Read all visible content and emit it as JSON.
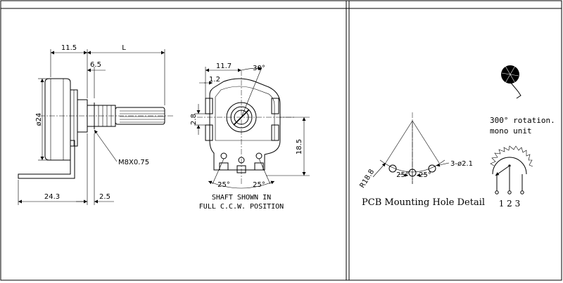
{
  "side_view": {
    "dim_11_5": "11.5",
    "dim_L": "L",
    "dim_6_5": "6.5",
    "dim_dia24": "ø24",
    "dim_thread": "M8X0.75",
    "dim_24_3": "24.3",
    "dim_2_5": "2.5"
  },
  "front_view": {
    "dim_11_7": "11.7",
    "dim_30": "30°",
    "dim_1_2": "1.2",
    "dim_2_8": "2.8",
    "dim_18_5": "18.5",
    "dim_25_left": "25°",
    "dim_25_right": "25°",
    "caption_line1": "SHAFT SHOWN IN",
    "caption_line2": "FULL C.C.W. POSITION"
  },
  "pcb_detail": {
    "dim_r18_8": "R18.8",
    "dim_25_left": "25°",
    "dim_25_right": "25°",
    "dim_holes": "3-ø2.1",
    "caption": "PCB Mounting Hole Detail"
  },
  "symbol": {
    "rotation_line1": "300° rotation.",
    "rotation_line2": "mono unit",
    "pin_labels": "1 2 3"
  }
}
